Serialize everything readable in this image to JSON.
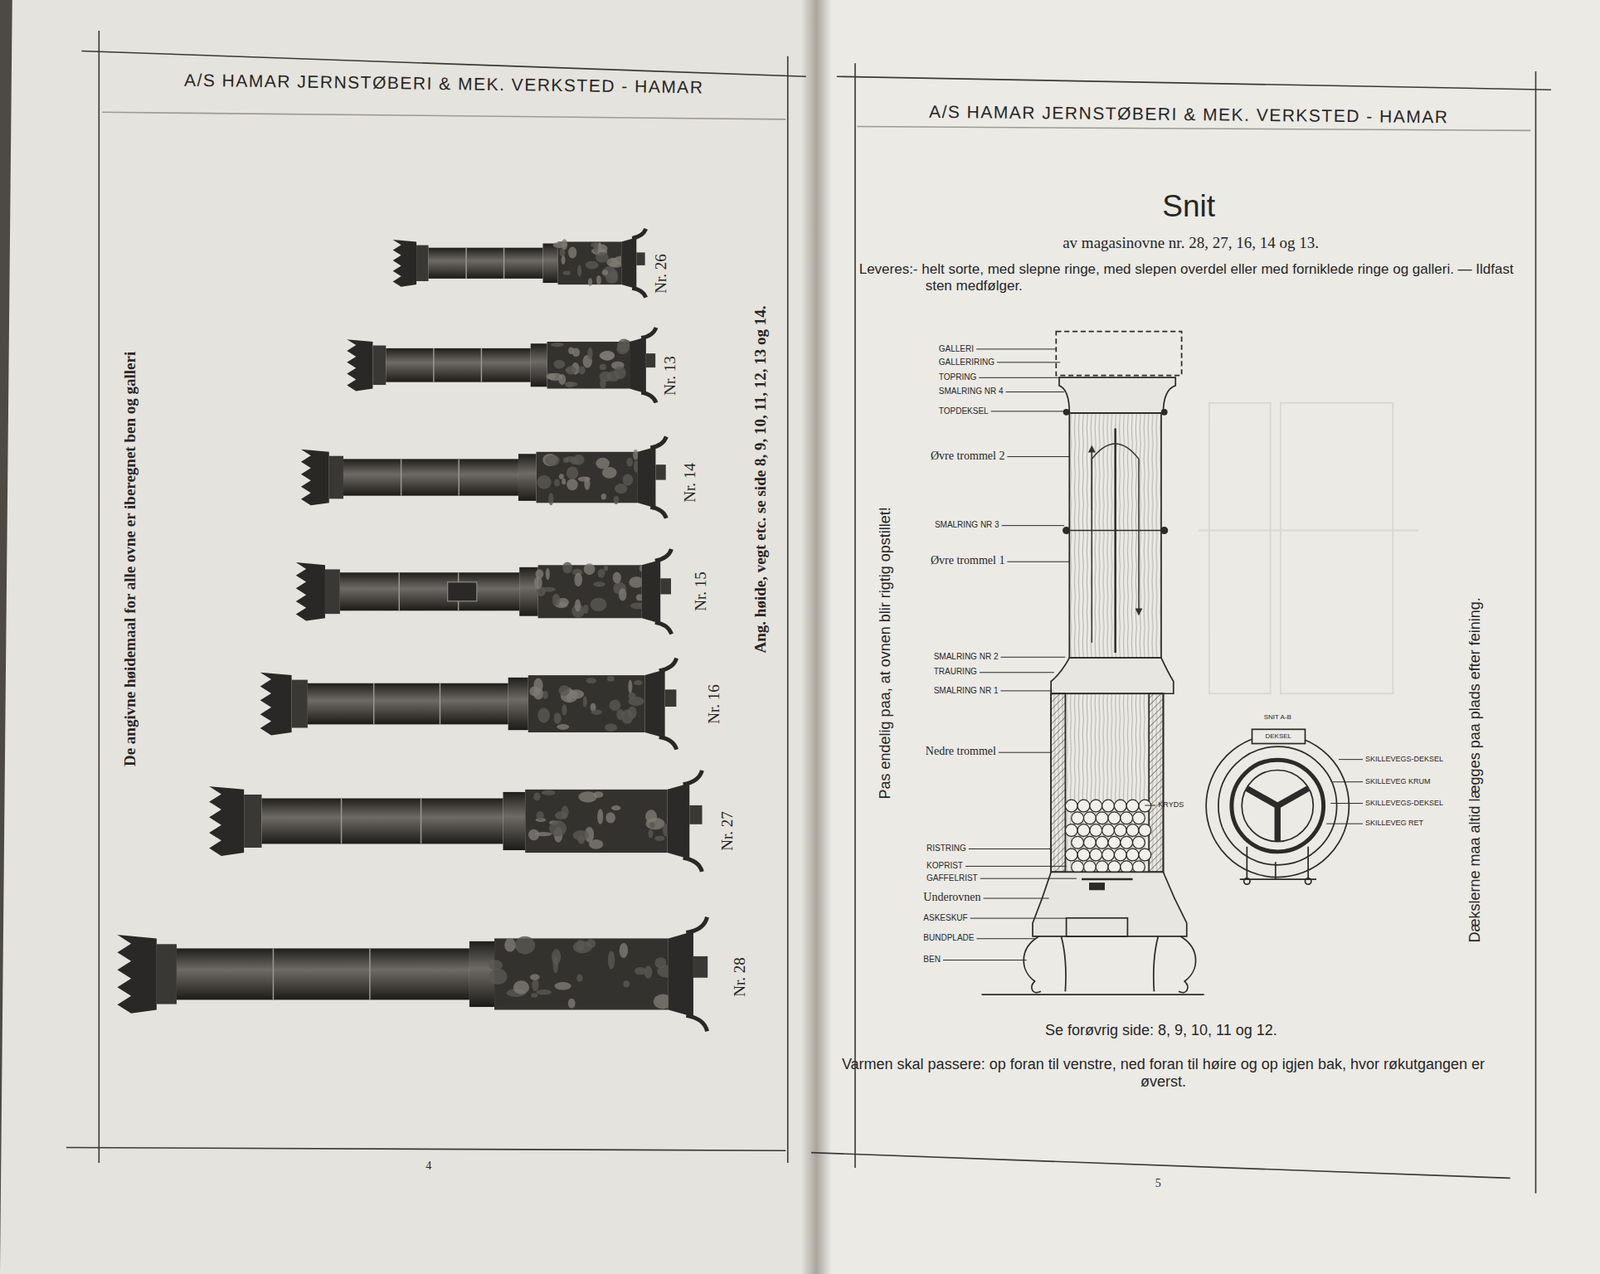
{
  "diagram": {
    "title": "Snit",
    "labels": [
      "A/S HAMAR JERNSTØBERI & MEK. VERKSTED - HAMAR",
      "De angivne høidemaal for alle ovne er iberegnet ben og galleri",
      "Nr. 26",
      "Nr. 13",
      "Nr. 14",
      "Nr. 15",
      "Nr. 16",
      "Nr. 27",
      "Nr. 28",
      "Ang. høide, vegt etc. se side 8, 9, 10, 11, 12, 13 og 14.",
      "4",
      "A/S HAMAR JERNSTØBERI & MEK. VERKSTED - HAMAR",
      "av magasinovne nr. 28, 27, 16, 14 og 13.",
      "Leveres:- helt sorte, med slepne ringe, med slepen overdel eller med forniklede ringe og galleri. — Ildfast sten medfølger.",
      "Pas endelig paa, at ovnen blir rigtig opstillet!",
      "GALLERI",
      "GALLERIRING",
      "TOPRING",
      "SMALRING NR 4",
      "TOPDEKSEL",
      "Øvre trommel 2",
      "SMALRING NR 3",
      "Øvre trommel 1",
      "SMALRING NR 2",
      "TRAURING",
      "SMALRING NR 1",
      "Nedre trommel",
      "KRYDS",
      "RISTRING",
      "KOPRIST",
      "GAFFELRIST",
      "Underovnen",
      "ASKESKUF",
      "BUNDPLADE",
      "BEN",
      "SNIT A-B",
      "DEKSEL",
      "SKILLEVEGS-DEKSEL",
      "SKILLEVEG KRUM",
      "SKILLEVEGS-DEKSEL",
      "SKILLEVEG RET",
      "Dækslerne maa altid lægges paa plads efter feining.",
      "Se forøvrig side: 8, 9, 10, 11 og 12.",
      "Varmen skal passere: op foran til venstre, ned foran til høire og op igjen bak, hvor røkutgangen er øverst.",
      "5"
    ]
  }
}
